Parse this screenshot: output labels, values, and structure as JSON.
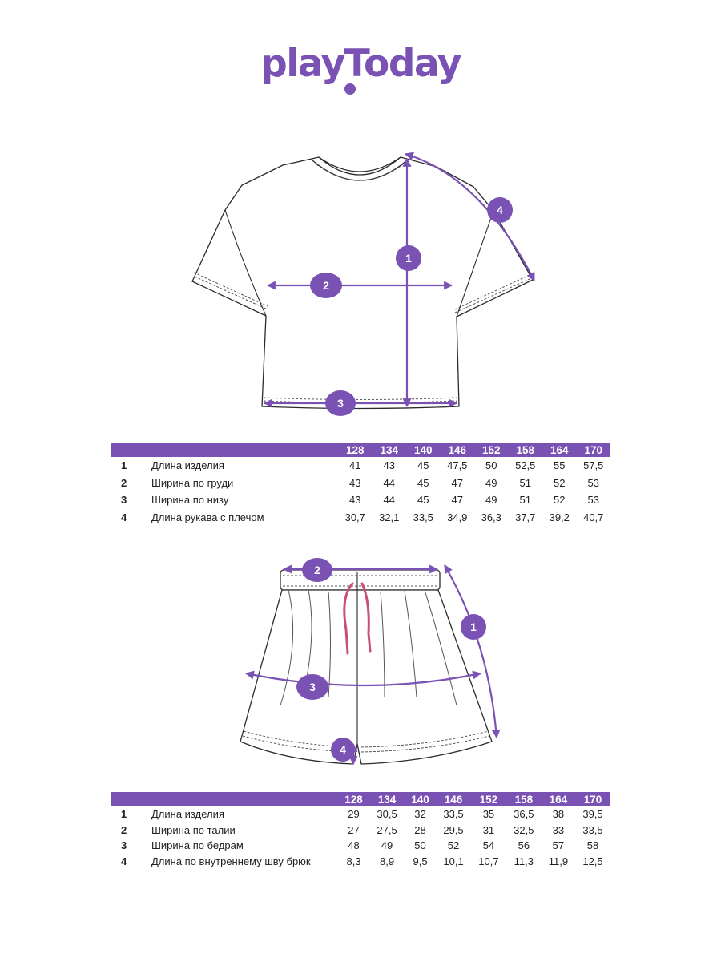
{
  "brand": {
    "logo_text": "playToday",
    "accent_color": "#7a52b3",
    "drawstring_color": "#c8507a"
  },
  "tshirt": {
    "markers": [
      "1",
      "2",
      "3",
      "4"
    ],
    "table": {
      "sizes": [
        "128",
        "134",
        "140",
        "146",
        "152",
        "158",
        "164",
        "170"
      ],
      "rows": [
        {
          "num": "1",
          "name": "Длина изделия",
          "values": [
            "41",
            "43",
            "45",
            "47,5",
            "50",
            "52,5",
            "55",
            "57,5"
          ]
        },
        {
          "num": "2",
          "name": "Ширина по груди",
          "values": [
            "43",
            "44",
            "45",
            "47",
            "49",
            "51",
            "52",
            "53"
          ]
        },
        {
          "num": "3",
          "name": "Ширина по низу",
          "values": [
            "43",
            "44",
            "45",
            "47",
            "49",
            "51",
            "52",
            "53"
          ]
        },
        {
          "num": "4",
          "name": "Длина рукава с плечом",
          "values": [
            "30,7",
            "32,1",
            "33,5",
            "34,9",
            "36,3",
            "37,7",
            "39,2",
            "40,7"
          ]
        }
      ]
    }
  },
  "shorts": {
    "markers": [
      "1",
      "2",
      "3",
      "4"
    ],
    "table": {
      "sizes": [
        "128",
        "134",
        "140",
        "146",
        "152",
        "158",
        "164",
        "170"
      ],
      "rows": [
        {
          "num": "1",
          "name": "Длина изделия",
          "values": [
            "29",
            "30,5",
            "32",
            "33,5",
            "35",
            "36,5",
            "38",
            "39,5"
          ]
        },
        {
          "num": "2",
          "name": "Ширина по талии",
          "values": [
            "27",
            "27,5",
            "28",
            "29,5",
            "31",
            "32,5",
            "33",
            "33,5"
          ]
        },
        {
          "num": "3",
          "name": "Ширина по бедрам",
          "values": [
            "48",
            "49",
            "50",
            "52",
            "54",
            "56",
            "57",
            "58"
          ]
        },
        {
          "num": "4",
          "name": "Длина по внутреннему шву брюк",
          "values": [
            "8,3",
            "8,9",
            "9,5",
            "10,1",
            "10,7",
            "11,3",
            "11,9",
            "12,5"
          ]
        }
      ]
    }
  }
}
